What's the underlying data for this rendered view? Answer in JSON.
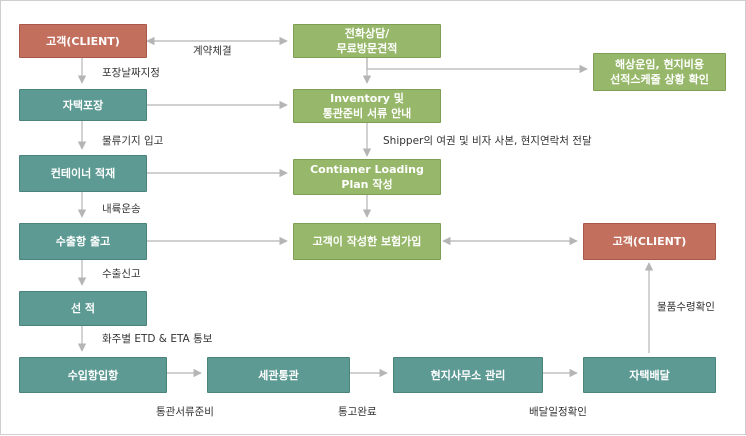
{
  "nodes": {
    "client_top": "고객(CLIENT)",
    "phone_consult": "전화상담/\n무료방문견적",
    "shipping_cost": "해상운임, 현지비용\n선적스케줄 상황 확인",
    "home_packing": "자택포장",
    "inventory": "Inventory 및\n통관준비 서류 안내",
    "container_loading": "컨테이너 적재",
    "loading_plan": "Contianer Loading\nPlan 작성",
    "export_port": "수출항 출고",
    "insurance": "고객이 작성한 보험가입",
    "client_right": "고객(CLIENT)",
    "shipment": "선 적",
    "import_port": "수입항입항",
    "customs": "세관통관",
    "local_office": "현지사무소 관리",
    "home_delivery": "자택배달"
  },
  "labels": {
    "contract": "계약체결",
    "packing_date": "포장날짜지정",
    "logistics_in": "물류기지 입고",
    "shipper_docs": "Shipper의 여권 및 비자 사본, 현지연락처 전달",
    "inland": "내륙운송",
    "export_declare": "수출신고",
    "eta_notice": "화주별 ETD & ETA 통보",
    "customs_docs": "통관서류준비",
    "customs_done": "통고완료",
    "delivery_schedule": "배달일정확인",
    "receipt_confirm": "물품수령확인"
  },
  "colors": {
    "client": "#c26f5e",
    "process": "#5d9a93",
    "service": "#97b86a",
    "arrow": "#b5b5b5"
  }
}
